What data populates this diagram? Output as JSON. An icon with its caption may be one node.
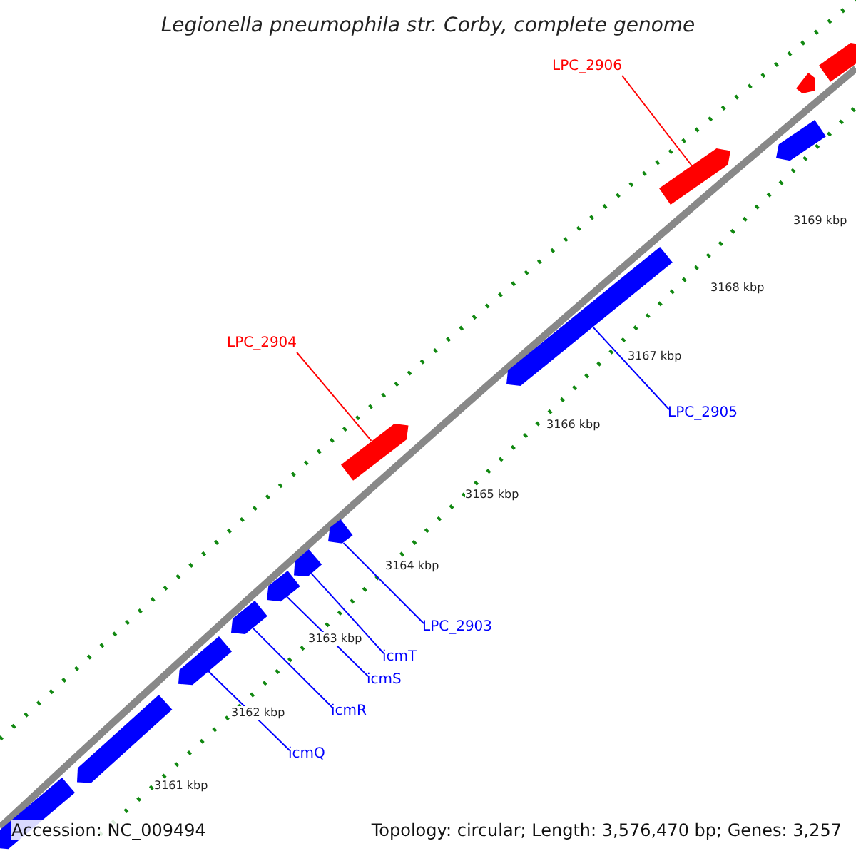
{
  "diagram": {
    "title": "Legionella pneumophila str. Corby, complete genome",
    "nodes": [
      {
        "text": [
          "LPC_2906"
        ]
      },
      {
        "text": [
          "LPC_2904"
        ]
      },
      {
        "text": [
          "LPC_2905"
        ]
      },
      {
        "text": [
          "LPC_2903"
        ]
      },
      {
        "text": [
          "icmT"
        ]
      },
      {
        "text": [
          "icmS"
        ]
      },
      {
        "text": [
          "icmR"
        ]
      },
      {
        "text": [
          "icmQ"
        ]
      },
      {
        "text": [],
        "shape": "bar"
      },
      {
        "text": [],
        "shape": "bar"
      },
      {
        "text": [],
        "shape": "bar"
      },
      {
        "text": [],
        "shape": "bar"
      },
      {
        "text": [],
        "shape": "bar"
      },
      {
        "text": [],
        "shape": "bar"
      },
      {
        "text": [],
        "shape": "bar"
      },
      {
        "text": [],
        "shape": "bar"
      },
      {
        "text": [],
        "shape": "bar"
      },
      {
        "text": [],
        "shape": "bar"
      },
      {
        "text": [],
        "shape": "bar"
      },
      {
        "text": [],
        "shape": "bar"
      },
      {
        "text": [],
        "shape": "bar"
      }
    ],
    "edges": [
      {
        "from": 0,
        "to": 11,
        "arrow": "none",
        "color": "#ff0000"
      },
      {
        "from": 1,
        "to": 13,
        "arrow": "none",
        "color": "#ff0000"
      },
      {
        "from": 2,
        "to": 12,
        "arrow": "none"
      },
      {
        "from": 3,
        "to": 14,
        "arrow": "none"
      },
      {
        "from": 4,
        "to": 15,
        "arrow": "none"
      },
      {
        "from": 5,
        "to": 16,
        "arrow": "none"
      },
      {
        "from": 6,
        "to": 17,
        "arrow": "none"
      },
      {
        "from": 7,
        "to": 18,
        "arrow": "none"
      }
    ],
    "labels": [
      "3169 kbp",
      "3168 kbp",
      "3167 kbp",
      "3166 kbp",
      "3165 kbp",
      "3164 kbp",
      "3163 kbp",
      "3162 kbp",
      "3161 kbp",
      "Accession: NC_009494",
      "Topology: circular; Length: 3,576,470 bp; Genes: 3,257"
    ]
  }
}
